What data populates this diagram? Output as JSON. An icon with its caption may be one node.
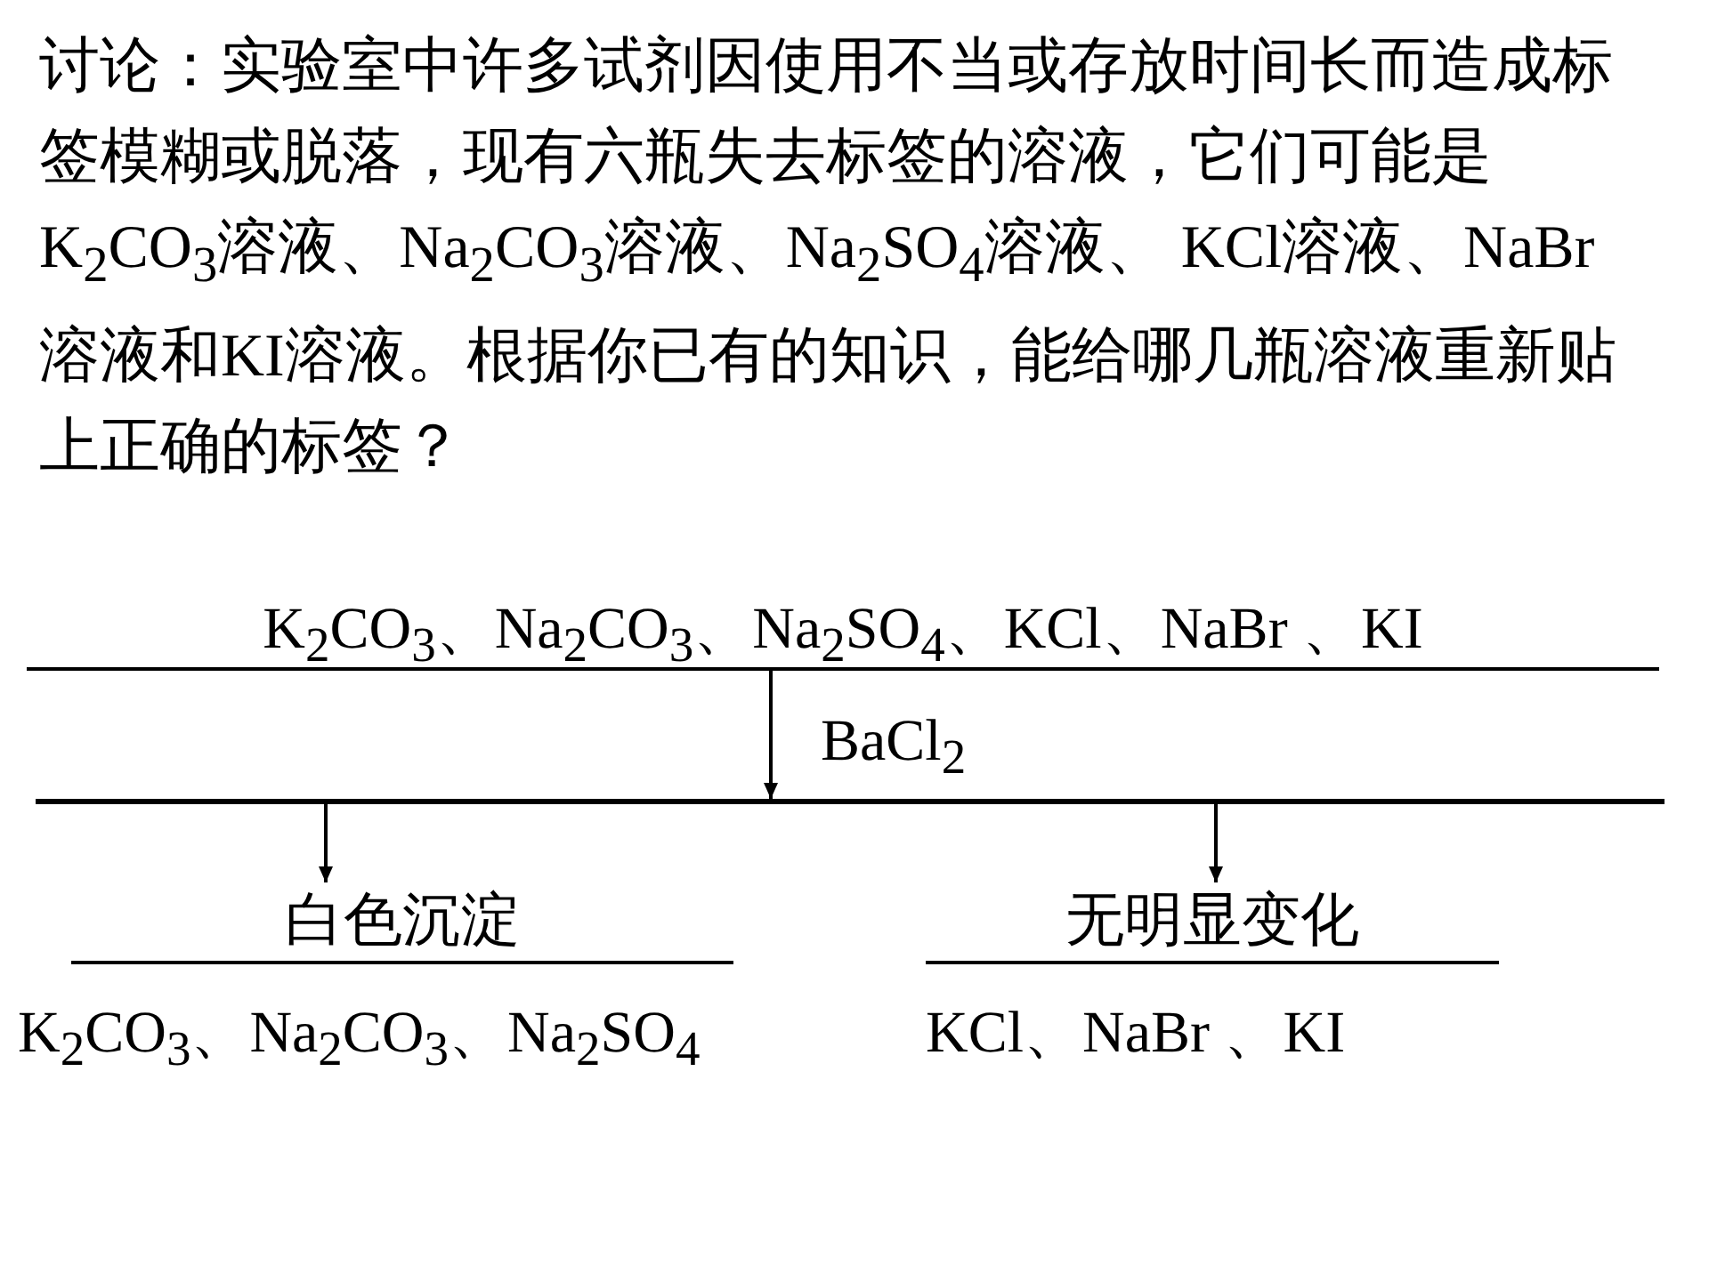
{
  "diagram": {
    "title": "讨论：实验室中许多试剂因使用不当或存放时间长而造成标签模糊或脱落，现有六瓶失去标签的溶液，它们可能是K$_{2}$CO$_{3}$溶液、Na$_{2}$CO$_{3}$溶液、Na$_{2}$SO$_{4}$溶液、 KCl溶液、NaBr溶液和KI溶液。根据你已有的知识，能给哪几瓶溶液重新贴上正确的标签？",
    "nodes": [
      {
        "text": [
          "K$_{2}$CO$_{3}$、Na$_{2}$CO$_{3}$、Na$_{2}$SO$_{4}$、KCl、NaBr 、KI"
        ]
      },
      {
        "text": [],
        "shape": "bar"
      },
      {
        "text": [
          "白色沉淀",
          "K$_{2}$CO$_{3}$、Na$_{2}$CO$_{3}$、Na$_{2}$SO$_{4}$"
        ]
      },
      {
        "text": [
          "无明显变化",
          "KCl、NaBr 、KI"
        ]
      }
    ],
    "edges": [
      {
        "from": 0,
        "to": 1,
        "arrow": "to",
        "label": "BaCl$_{2}$"
      },
      {
        "from": 1,
        "to": 2,
        "arrow": "to"
      },
      {
        "from": 1,
        "to": 3,
        "arrow": "to"
      }
    ]
  }
}
